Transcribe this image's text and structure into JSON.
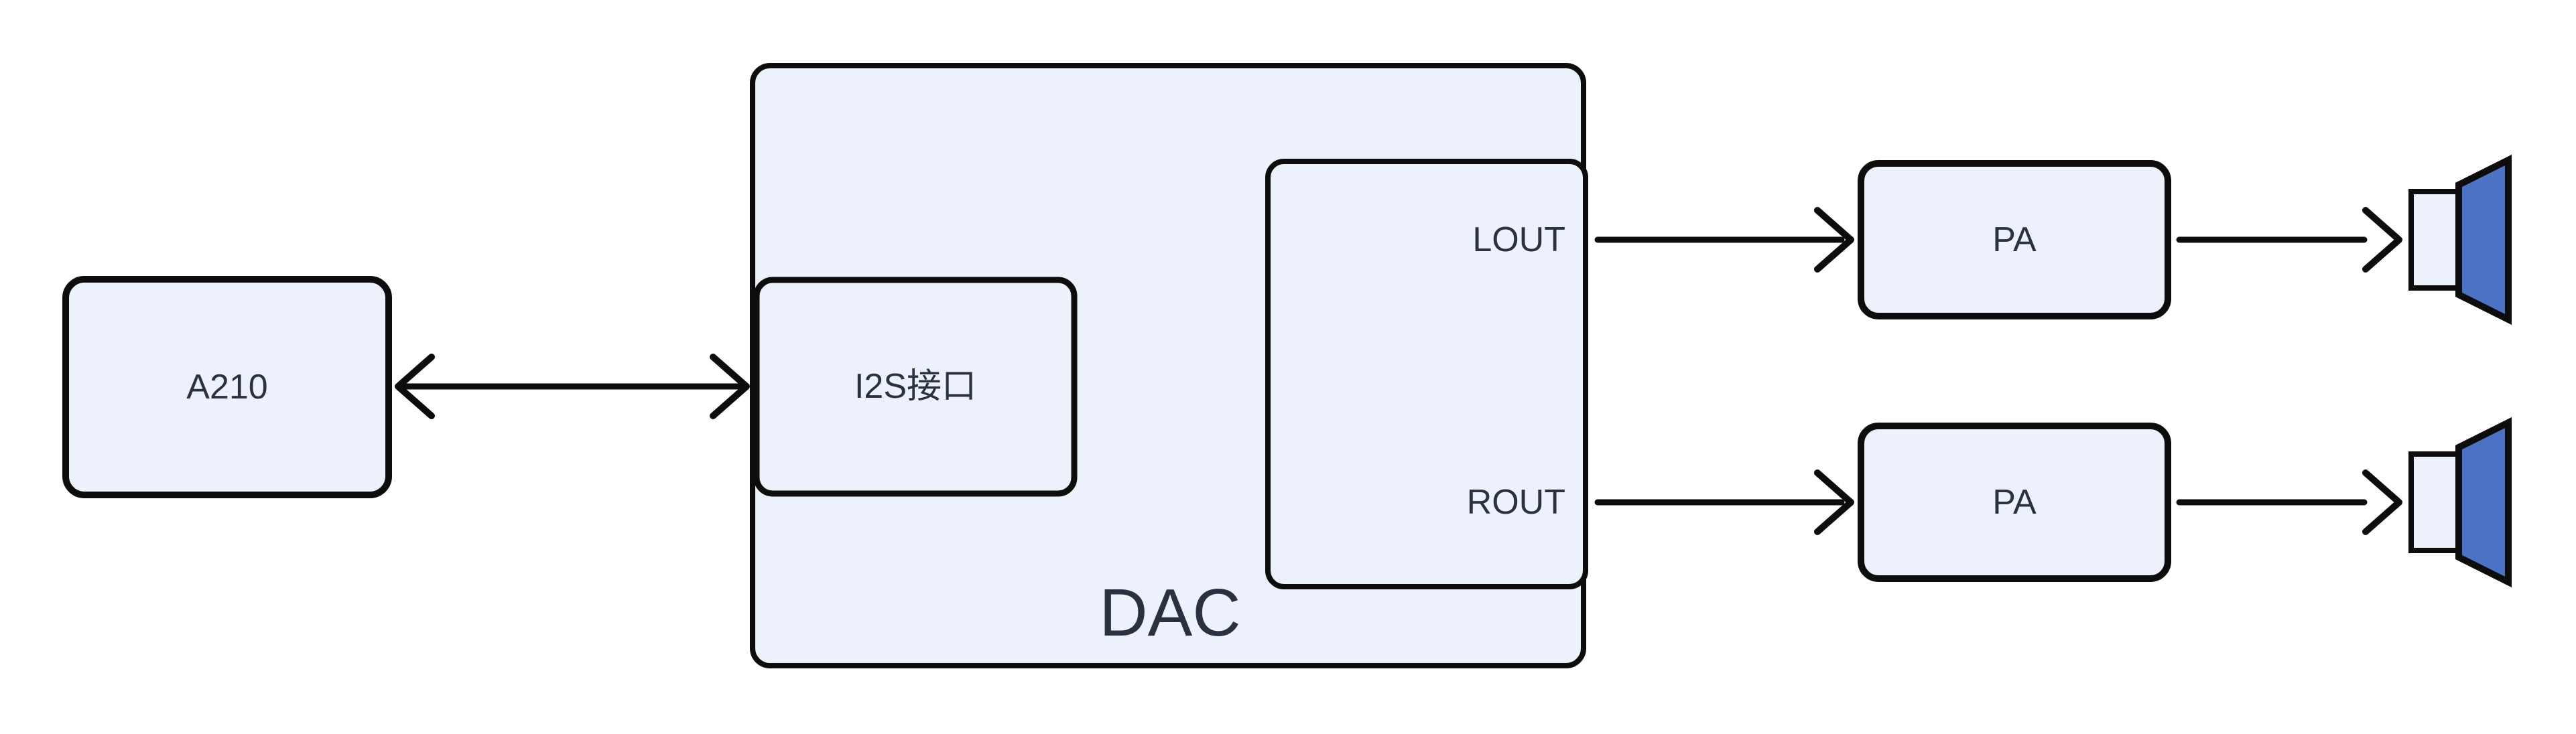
{
  "diagram": {
    "background": "#ffffff",
    "colors": {
      "node_fill": "#EDF1FB",
      "node_border": "#0D0D0D",
      "label_text": "#2A3140",
      "speaker_cone_fill": "#4C73C5"
    },
    "nodes": {
      "a210": {
        "label": "A210"
      },
      "dac": {
        "label": "DAC"
      },
      "i2s": {
        "label": "I2S接口"
      },
      "audio_output": {
        "lout": "LOUT",
        "rout": "ROUT"
      },
      "pa_top": {
        "label": "PA"
      },
      "pa_bottom": {
        "label": "PA"
      }
    },
    "icons": {
      "speaker_top": "speaker-icon",
      "speaker_bottom": "speaker-icon"
    },
    "edges": [
      {
        "from": "A210",
        "to": "DAC I2S接口",
        "type": "bidirectional-arrow"
      },
      {
        "from": "DAC LOUT",
        "to": "PA top",
        "type": "arrow"
      },
      {
        "from": "DAC ROUT",
        "to": "PA bottom",
        "type": "arrow"
      },
      {
        "from": "PA top",
        "to": "speaker top",
        "type": "arrow"
      },
      {
        "from": "PA bottom",
        "to": "speaker bottom",
        "type": "arrow"
      }
    ]
  }
}
